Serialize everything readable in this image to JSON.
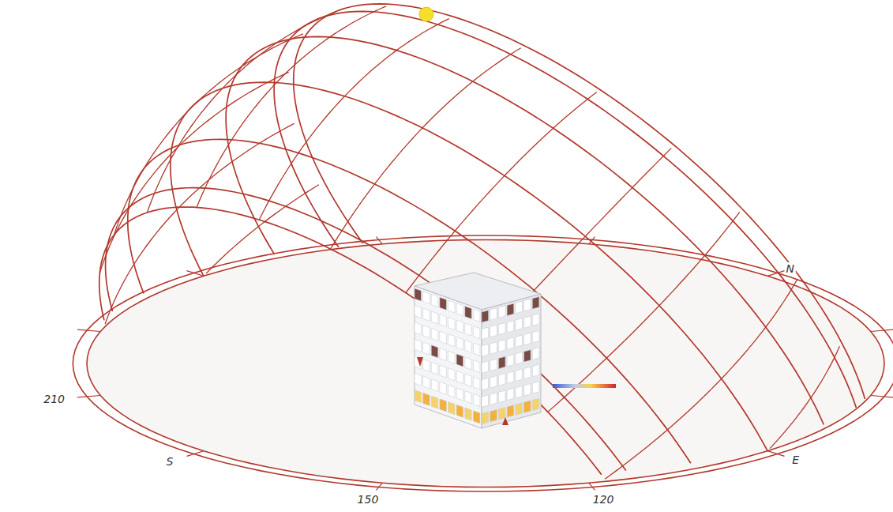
{
  "diagram": {
    "labels": [
      "210",
      "S",
      "150",
      "120",
      "E",
      "N"
    ]
  }
}
